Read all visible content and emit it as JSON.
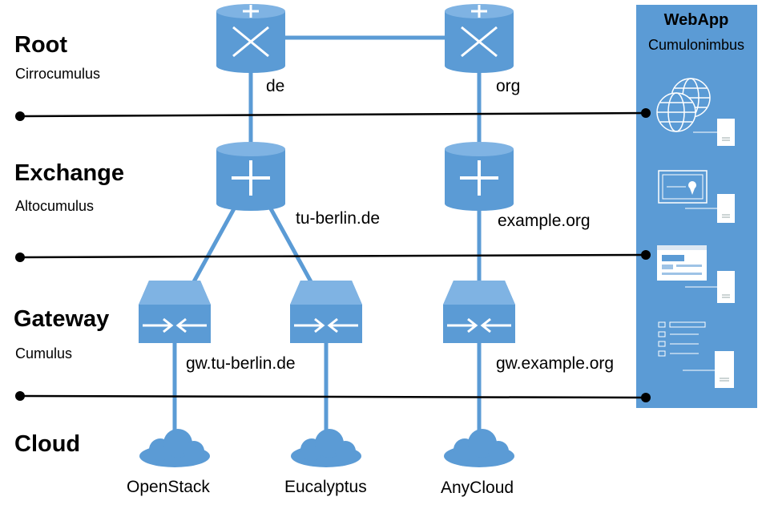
{
  "tiers": [
    {
      "title": "Root",
      "subtitle": "Cirrocumulus"
    },
    {
      "title": "Exchange",
      "subtitle": "Altocumulus"
    },
    {
      "title": "Gateway",
      "subtitle": "Cumulus"
    },
    {
      "title": "Cloud",
      "subtitle": ""
    }
  ],
  "routers": {
    "root": [
      "de",
      "org"
    ],
    "exchange": [
      "tu-berlin.de",
      "example.org"
    ]
  },
  "gateways": {
    "label_left": "gw.tu-berlin.de",
    "label_right": "gw.example.org"
  },
  "clouds": [
    "OpenStack",
    "Eucalyptus",
    "AnyCloud"
  ],
  "webapp": {
    "title": "WebApp",
    "subtitle": "Cumulonimbus"
  },
  "colors": {
    "node_fill": "#5b9bd5",
    "link": "#5b9bd5",
    "panel": "#5b9bd5",
    "bus": "#000000"
  }
}
